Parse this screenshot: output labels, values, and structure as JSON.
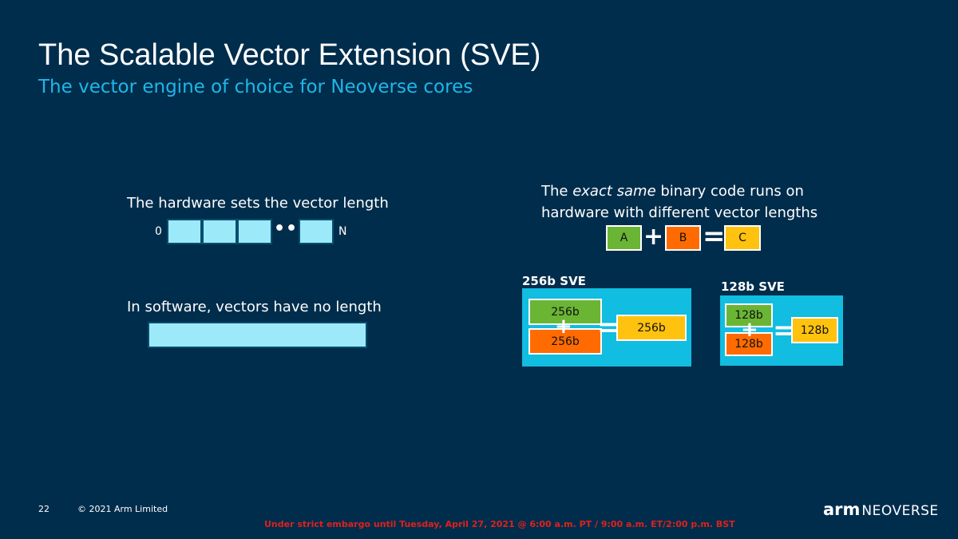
{
  "slide": {
    "title": "The Scalable Vector Extension (SVE)",
    "subtitle": "The vector engine of choice for Neoverse cores"
  },
  "left": {
    "hw_label": "The hardware sets the vector length",
    "index_start": "0",
    "index_end": "N",
    "ellipsis": "•••",
    "sw_label": "In software, vectors have no length"
  },
  "right": {
    "text_prefix": "The ",
    "text_emphasis": "exact same",
    "text_line1_rest": " binary code runs on",
    "text_line2": "hardware with different vector lengths",
    "eq": {
      "a": "A",
      "plus": "+",
      "b": "B",
      "equals": "=",
      "c": "C"
    },
    "panel_256": {
      "title": "256b SVE",
      "a": "256b",
      "b": "256b",
      "c": "256b"
    },
    "panel_128": {
      "title": "128b SVE",
      "a": "128b",
      "b": "128b",
      "c": "128b"
    }
  },
  "footer": {
    "page_number": "22",
    "copyright": "© 2021 Arm Limited",
    "embargo": "Under strict embargo until Tuesday, April 27, 2021 @ 6:00 a.m. PT / 9:00 a.m. ET/2:00 p.m. BST",
    "logo_arm": "arm",
    "logo_neoverse": "NEOVERSE"
  },
  "colors": {
    "background": "#002d4c",
    "accent": "#1fb7e8",
    "vector_cell": "#9ceaf9",
    "panel": "#11bde0",
    "green": "#6ab534",
    "orange": "#ff6b00",
    "yellow": "#ffc20e",
    "embargo_red": "#e0201b"
  }
}
